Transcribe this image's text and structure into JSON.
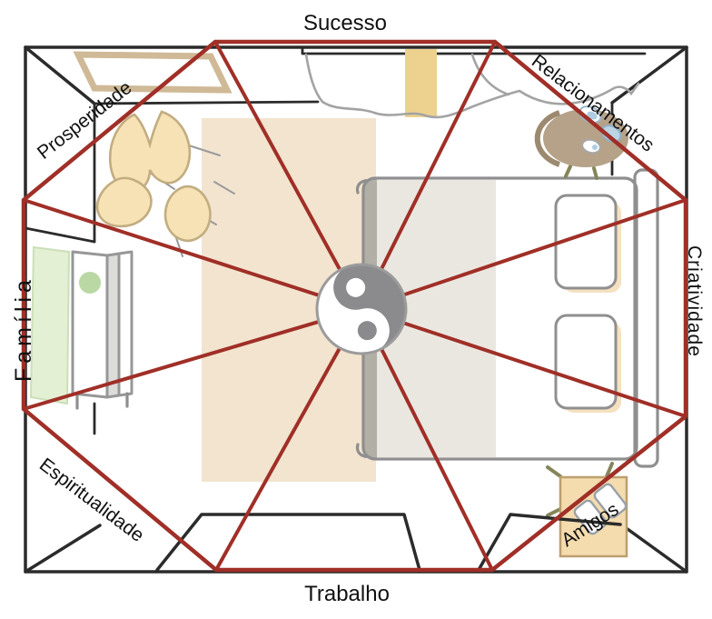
{
  "diagram": {
    "type": "feng-shui-bagua-bedroom-floorplan",
    "center_icon": "yin-yang",
    "labels": {
      "top": "Sucesso",
      "top_left": "Prosperidade",
      "top_right": "Relacionamentos",
      "left": "Família",
      "right": "Criatividade",
      "bottom_left": "Espiritualidade",
      "bottom_right": "Amigos",
      "bottom": "Trabalho"
    },
    "colors": {
      "bagua_line": "#a02f27",
      "wall_line": "#2b2b2b",
      "furniture_line": "#8f8f8f",
      "label_text": "#111111",
      "rug": "#f2e4cf",
      "curtain_panel": "#ecd28e",
      "leaf_fill": "#f7e2b6",
      "green_mat": "#e3f0d4",
      "green_knob": "#b9d8a4",
      "duvet": "#eae7e0",
      "foot_band": "#b2afa7",
      "pillow_shadow": "#f5e0c0",
      "nightstand": "#f4dcae",
      "side_table": "#b5a288",
      "yinyang_dark": "#8b8b8e"
    }
  }
}
